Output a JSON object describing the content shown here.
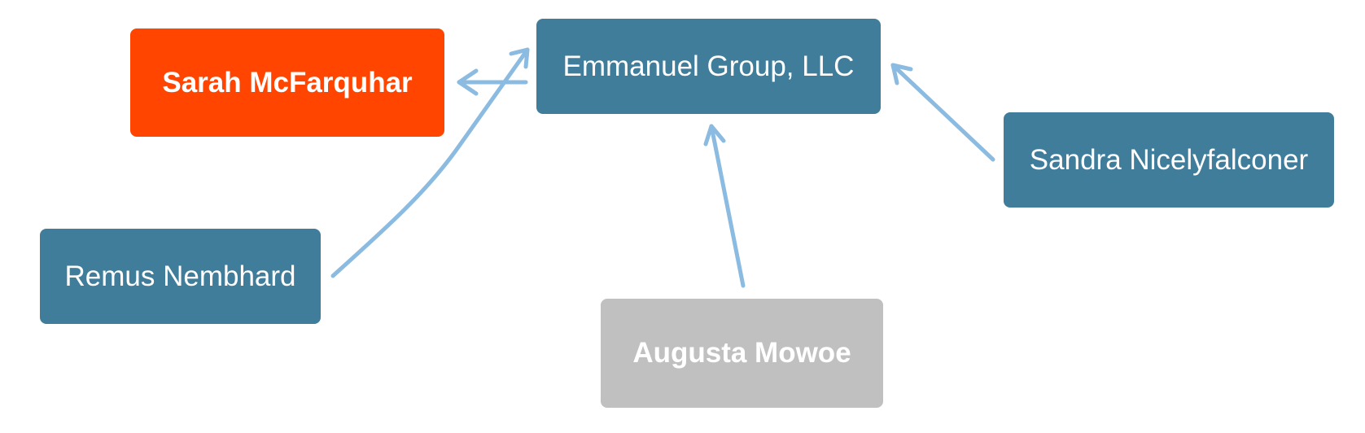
{
  "colors": {
    "primary_node": "#3f7d9b",
    "focus_node": "#ff4500",
    "muted_node": "#c0c0c0",
    "edge": "#8bbbe0",
    "node_text": "#ffffff"
  },
  "nodes": {
    "sarah": {
      "label": "Sarah McFarquhar",
      "style": "focus"
    },
    "emmanuel": {
      "label": "Emmanuel Group, LLC",
      "style": "primary"
    },
    "sandra": {
      "label": "Sandra Nicelyfalconer",
      "style": "primary"
    },
    "remus": {
      "label": "Remus Nembhard",
      "style": "primary"
    },
    "augusta": {
      "label": "Augusta Mowoe",
      "style": "muted"
    }
  },
  "edges": [
    {
      "from": "emmanuel",
      "to": "sarah"
    },
    {
      "from": "remus",
      "to": "emmanuel"
    },
    {
      "from": "augusta",
      "to": "emmanuel"
    },
    {
      "from": "sandra",
      "to": "emmanuel"
    }
  ]
}
